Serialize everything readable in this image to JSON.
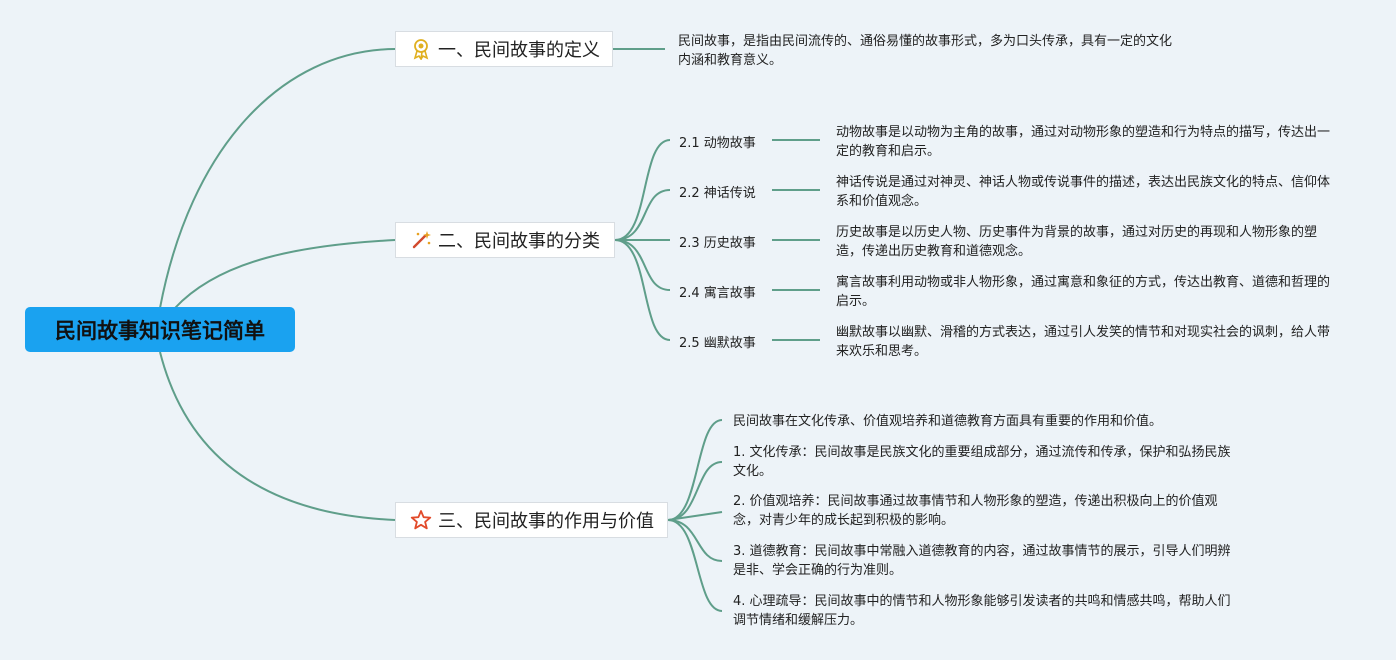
{
  "root": {
    "title": "民间故事知识笔记简单"
  },
  "branches": [
    {
      "title": "一、民间故事的定义",
      "icon": "ribbon-award-icon",
      "description": "民间故事，是指由民间流传的、通俗易懂的故事形式，多为口头传承，具有一定的文化内涵和教育意义。"
    },
    {
      "title": "二、民间故事的分类",
      "icon": "magic-wand-icon",
      "children": [
        {
          "label": "2.1 动物故事",
          "description": "动物故事是以动物为主角的故事，通过对动物形象的塑造和行为特点的描写，传达出一定的教育和启示。"
        },
        {
          "label": "2.2 神话传说",
          "description": "神话传说是通过对神灵、神话人物或传说事件的描述，表达出民族文化的特点、信仰体系和价值观念。"
        },
        {
          "label": "2.3 历史故事",
          "description": "历史故事是以历史人物、历史事件为背景的故事，通过对历史的再现和人物形象的塑造，传递出历史教育和道德观念。"
        },
        {
          "label": "2.4 寓言故事",
          "description": "寓言故事利用动物或非人物形象，通过寓意和象征的方式，传达出教育、道德和哲理的启示。"
        },
        {
          "label": "2.5 幽默故事",
          "description": "幽默故事以幽默、滑稽的方式表达，通过引人发笑的情节和对现实社会的讽刺，给人带来欢乐和思考。"
        }
      ]
    },
    {
      "title": "三、民间故事的作用与价值",
      "icon": "star-outline-icon",
      "children": [
        {
          "description": "民间故事在文化传承、价值观培养和道德教育方面具有重要的作用和价值。"
        },
        {
          "description": "1. 文化传承：民间故事是民族文化的重要组成部分，通过流传和传承，保护和弘扬民族文化。"
        },
        {
          "description": "2. 价值观培养：民间故事通过故事情节和人物形象的塑造，传递出积极向上的价值观念，对青少年的成长起到积极的影响。"
        },
        {
          "description": "3. 道德教育：民间故事中常融入道德教育的内容，通过故事情节的展示，引导人们明辨是非、学会正确的行为准则。"
        },
        {
          "description": "4. 心理疏导：民间故事中的情节和人物形象能够引发读者的共鸣和情感共鸣，帮助人们调节情绪和缓解压力。"
        }
      ]
    }
  ],
  "colors": {
    "line": "#5f9e8a",
    "root_bg": "#1aa2f0",
    "background": "#edf3f8"
  }
}
